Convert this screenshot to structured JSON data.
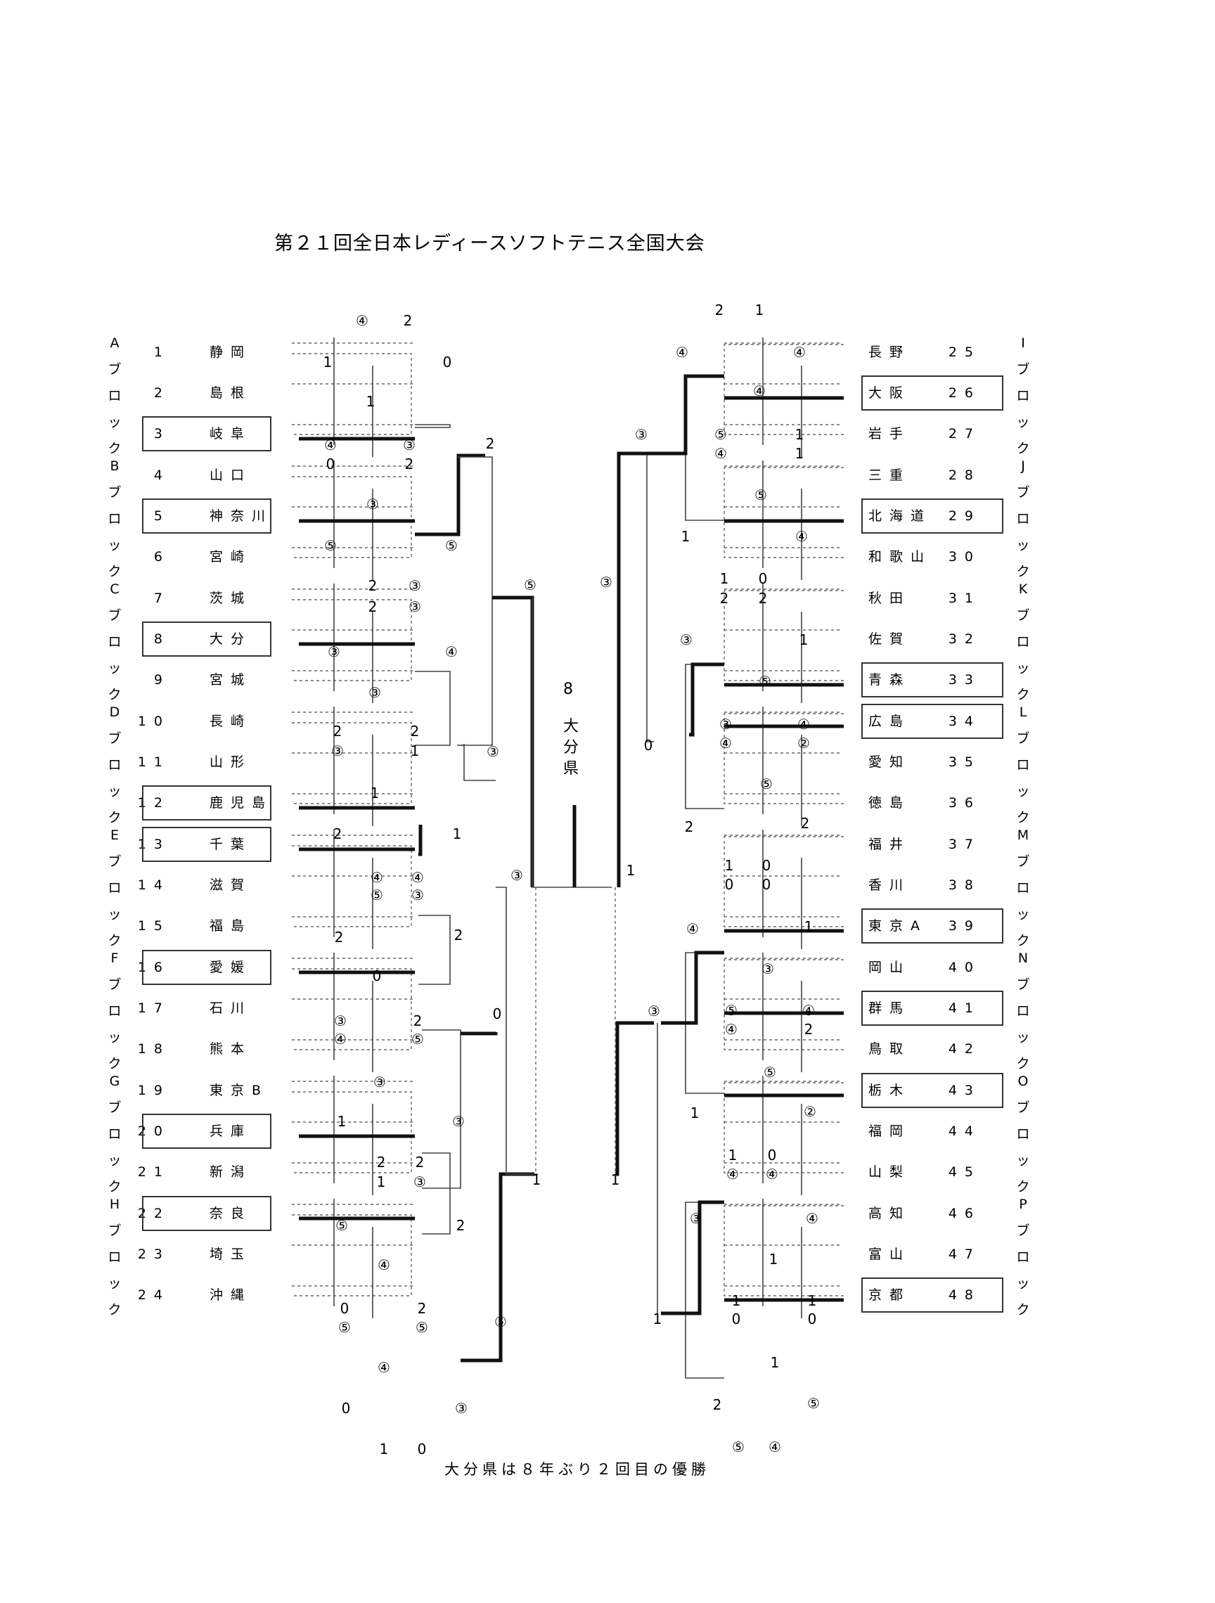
{
  "title": "第２１回全日本レディースソフトテニス全国大会",
  "blocks_left": [
    {
      "label": "Aブロック",
      "teams": [
        {
          "num": "1",
          "name": "静岡"
        },
        {
          "num": "2",
          "name": "島根"
        },
        {
          "num": "3",
          "name": "岐阜"
        }
      ],
      "boxed": 2
    },
    {
      "label": "Bブロック",
      "teams": [
        {
          "num": "4",
          "name": "山口"
        },
        {
          "num": "5",
          "name": "神奈川"
        },
        {
          "num": "6",
          "name": "宮崎"
        }
      ],
      "boxed": 1
    },
    {
      "label": "Cブロック",
      "teams": [
        {
          "num": "7",
          "name": "茨城"
        },
        {
          "num": "8",
          "name": "大分"
        },
        {
          "num": "9",
          "name": "宮城"
        }
      ],
      "boxed": 1
    },
    {
      "label": "Dブロック",
      "teams": [
        {
          "num": "10",
          "name": "長崎"
        },
        {
          "num": "11",
          "name": "山形"
        },
        {
          "num": "12",
          "name": "鹿児島"
        }
      ],
      "boxed": 2
    },
    {
      "label": "Eブロック",
      "teams": [
        {
          "num": "13",
          "name": "千葉"
        },
        {
          "num": "14",
          "name": "滋賀"
        },
        {
          "num": "15",
          "name": "福島"
        }
      ],
      "boxed": 0
    },
    {
      "label": "Fブロック",
      "teams": [
        {
          "num": "16",
          "name": "愛媛"
        },
        {
          "num": "17",
          "name": "石川"
        },
        {
          "num": "18",
          "name": "熊本"
        }
      ],
      "boxed": 0
    },
    {
      "label": "Gブロック",
      "teams": [
        {
          "num": "19",
          "name": "東京B"
        },
        {
          "num": "20",
          "name": "兵庫"
        },
        {
          "num": "21",
          "name": "新潟"
        }
      ],
      "boxed": 1
    },
    {
      "label": "Hブロック",
      "teams": [
        {
          "num": "22",
          "name": "奈良"
        },
        {
          "num": "23",
          "name": "埼玉"
        },
        {
          "num": "24",
          "name": "沖縄"
        }
      ],
      "boxed": 0
    }
  ],
  "blocks_right": [
    {
      "label": "Iブロック",
      "teams": [
        {
          "num": "25",
          "name": "長野"
        },
        {
          "num": "26",
          "name": "大阪"
        },
        {
          "num": "27",
          "name": "岩手"
        }
      ],
      "boxed": 1
    },
    {
      "label": "Jブロック",
      "teams": [
        {
          "num": "28",
          "name": "三重"
        },
        {
          "num": "29",
          "name": "北海道"
        },
        {
          "num": "30",
          "name": "和歌山"
        }
      ],
      "boxed": 1
    },
    {
      "label": "Kブロック",
      "teams": [
        {
          "num": "31",
          "name": "秋田"
        },
        {
          "num": "32",
          "name": "佐賀"
        },
        {
          "num": "33",
          "name": "青森"
        }
      ],
      "boxed": 2
    },
    {
      "label": "Lブロック",
      "teams": [
        {
          "num": "34",
          "name": "広島"
        },
        {
          "num": "35",
          "name": "愛知"
        },
        {
          "num": "36",
          "name": "徳島"
        }
      ],
      "boxed": 0
    },
    {
      "label": "Mブロック",
      "teams": [
        {
          "num": "37",
          "name": "福井"
        },
        {
          "num": "38",
          "name": "香川"
        },
        {
          "num": "39",
          "name": "東京A"
        }
      ],
      "boxed": 2
    },
    {
      "label": "Nブロック",
      "teams": [
        {
          "num": "40",
          "name": "岡山"
        },
        {
          "num": "41",
          "name": "群馬"
        },
        {
          "num": "42",
          "name": "鳥取"
        }
      ],
      "boxed": 1
    },
    {
      "label": "Oブロック",
      "teams": [
        {
          "num": "43",
          "name": "栃木"
        },
        {
          "num": "44",
          "name": "福岡"
        },
        {
          "num": "45",
          "name": "山梨"
        }
      ],
      "boxed": 0
    },
    {
      "label": "Pブロック",
      "teams": [
        {
          "num": "46",
          "name": "高知"
        },
        {
          "num": "47",
          "name": "富山"
        },
        {
          "num": "48",
          "name": "京都"
        }
      ],
      "boxed": 2
    }
  ],
  "champion": {
    "number": "8",
    "name": "大分県"
  },
  "scores": [
    [
      "④",
      515,
      463
    ],
    [
      "2",
      580,
      463
    ],
    [
      "1",
      466,
      522
    ],
    [
      "0",
      636,
      522
    ],
    [
      "1",
      527,
      578
    ],
    [
      "④",
      470,
      640
    ],
    [
      "③",
      582,
      640
    ],
    [
      "0",
      470,
      667
    ],
    [
      "2",
      582,
      667
    ],
    [
      "2",
      697,
      638
    ],
    [
      "③",
      530,
      724
    ],
    [
      "⑤",
      470,
      783
    ],
    [
      "⑤",
      642,
      783
    ],
    [
      "⑤",
      754,
      839
    ],
    [
      "2",
      530,
      840
    ],
    [
      "③",
      590,
      840
    ],
    [
      "2",
      530,
      870
    ],
    [
      "③",
      590,
      870
    ],
    [
      "③",
      475,
      934
    ],
    [
      "③",
      533,
      992
    ],
    [
      "④",
      642,
      934
    ],
    [
      "③",
      701,
      1076
    ],
    [
      "2",
      480,
      1047
    ],
    [
      "2",
      590,
      1047
    ],
    [
      "③",
      480,
      1075
    ],
    [
      "1",
      590,
      1075
    ],
    [
      "1",
      533,
      1135
    ],
    [
      "2",
      480,
      1193
    ],
    [
      "1",
      650,
      1193
    ],
    [
      "③",
      735,
      1252
    ],
    [
      "④",
      536,
      1255
    ],
    [
      "④",
      594,
      1255
    ],
    [
      "⑤",
      536,
      1280
    ],
    [
      "③",
      594,
      1280
    ],
    [
      "2",
      482,
      1340
    ],
    [
      "2",
      652,
      1337
    ],
    [
      "0",
      536,
      1395
    ],
    [
      "0",
      707,
      1449
    ],
    [
      "③",
      484,
      1459
    ],
    [
      "2",
      594,
      1459
    ],
    [
      "④",
      484,
      1485
    ],
    [
      "⑤",
      594,
      1485
    ],
    [
      "③",
      540,
      1546
    ],
    [
      "1",
      486,
      1602
    ],
    [
      "③",
      652,
      1602
    ],
    [
      "2",
      542,
      1660
    ],
    [
      "2",
      597,
      1660
    ],
    [
      "1",
      542,
      1688
    ],
    [
      "③",
      597,
      1688
    ],
    [
      "⑤",
      486,
      1750
    ],
    [
      "2",
      655,
      1750
    ],
    [
      "④",
      546,
      1806
    ],
    [
      "⑤",
      712,
      1887
    ],
    [
      "0",
      490,
      1868
    ],
    [
      "2",
      600,
      1868
    ],
    [
      "⑤",
      490,
      1895
    ],
    [
      "⑤",
      600,
      1895
    ],
    [
      "④",
      546,
      1952
    ],
    [
      "0",
      492,
      2010
    ],
    [
      "③",
      656,
      2010
    ],
    [
      "1",
      546,
      2068
    ],
    [
      "0",
      600,
      2068
    ],
    [
      "1",
      763,
      1685
    ],
    [
      "1",
      875,
      1685
    ],
    [
      "2",
      1023,
      448
    ],
    [
      "1",
      1080,
      448
    ],
    [
      "④",
      970,
      508
    ],
    [
      "④",
      1137,
      508
    ],
    [
      "④",
      1080,
      563
    ],
    [
      "③",
      912,
      625
    ],
    [
      "⑤",
      1025,
      625
    ],
    [
      "1",
      1137,
      625
    ],
    [
      "④",
      1025,
      652
    ],
    [
      "1",
      1137,
      652
    ],
    [
      "⑤",
      1082,
      711
    ],
    [
      "1",
      975,
      770
    ],
    [
      "④",
      1140,
      770
    ],
    [
      "1",
      1030,
      830
    ],
    [
      "0",
      1085,
      830
    ],
    [
      "2",
      1030,
      858
    ],
    [
      "2",
      1085,
      858
    ],
    [
      "③",
      976,
      917
    ],
    [
      "1",
      1143,
      917
    ],
    [
      "③",
      862,
      835
    ],
    [
      "⑤",
      1088,
      976
    ],
    [
      "③",
      1032,
      1037
    ],
    [
      "④",
      1143,
      1037
    ],
    [
      "④",
      1032,
      1064
    ],
    [
      "②",
      1143,
      1064
    ],
    [
      "0",
      922,
      1067
    ],
    [
      "⑤",
      1090,
      1122
    ],
    [
      "2",
      980,
      1183
    ],
    [
      "2",
      1145,
      1178
    ],
    [
      "1",
      1037,
      1238
    ],
    [
      "0",
      1090,
      1238
    ],
    [
      "0",
      1037,
      1265
    ],
    [
      "0",
      1090,
      1265
    ],
    [
      "1",
      897,
      1245
    ],
    [
      "④",
      985,
      1328
    ],
    [
      "1",
      1150,
      1325
    ],
    [
      "③",
      1092,
      1385
    ],
    [
      "③",
      930,
      1445
    ],
    [
      "⑤",
      1040,
      1444
    ],
    [
      "④",
      1150,
      1444
    ],
    [
      "④",
      1040,
      1471
    ],
    [
      "2",
      1150,
      1471
    ],
    [
      "⑤",
      1095,
      1532
    ],
    [
      "1",
      988,
      1590
    ],
    [
      "②",
      1152,
      1588
    ],
    [
      "1",
      1042,
      1650
    ],
    [
      "0",
      1098,
      1650
    ],
    [
      "④",
      1042,
      1677
    ],
    [
      "④",
      1098,
      1677
    ],
    [
      "③",
      990,
      1740
    ],
    [
      "④",
      1155,
      1740
    ],
    [
      "1",
      1100,
      1798
    ],
    [
      "1",
      1047,
      1857
    ],
    [
      "1",
      1155,
      1857
    ],
    [
      "0",
      1047,
      1883
    ],
    [
      "0",
      1155,
      1883
    ],
    [
      "1",
      935,
      1883
    ],
    [
      "1",
      1102,
      1945
    ],
    [
      "2",
      1020,
      2005
    ],
    [
      "⑤",
      1157,
      2003
    ],
    [
      "⑤",
      1050,
      2065
    ],
    [
      "④",
      1102,
      2065
    ]
  ],
  "note": "大分県は８年ぶり２回目の優勝"
}
